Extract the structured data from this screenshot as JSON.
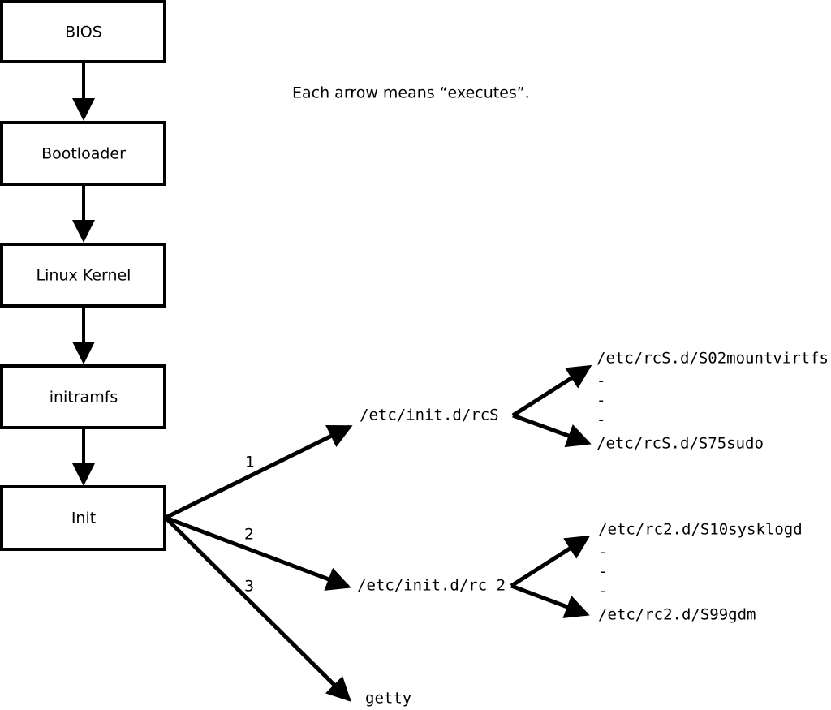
{
  "caption": {
    "text": "Each arrow means “executes”."
  },
  "boot_chain": {
    "boxes": [
      {
        "label": "BIOS"
      },
      {
        "label": "Bootloader"
      },
      {
        "label": "Linux Kernel"
      },
      {
        "label": "initramfs"
      },
      {
        "label": "Init"
      }
    ]
  },
  "init_branches": [
    {
      "number": "1",
      "target": "/etc/init.d/rcS"
    },
    {
      "number": "2",
      "target": "/etc/init.d/rc 2"
    },
    {
      "number": "3",
      "target": "getty"
    }
  ],
  "rcs_scripts": {
    "first": "/etc/rcS.d/S02mountvirtfs",
    "ellipsis": [
      "-",
      "-",
      "-"
    ],
    "last": "/etc/rcS.d/S75sudo"
  },
  "rc2_scripts": {
    "first": "/etc/rc2.d/S10sysklogd",
    "ellipsis": [
      "-",
      "-",
      "-"
    ],
    "last": "/etc/rc2.d/S99gdm"
  },
  "colors": {
    "stroke": "#000000",
    "fill": "#ffffff",
    "text": "#000000"
  }
}
